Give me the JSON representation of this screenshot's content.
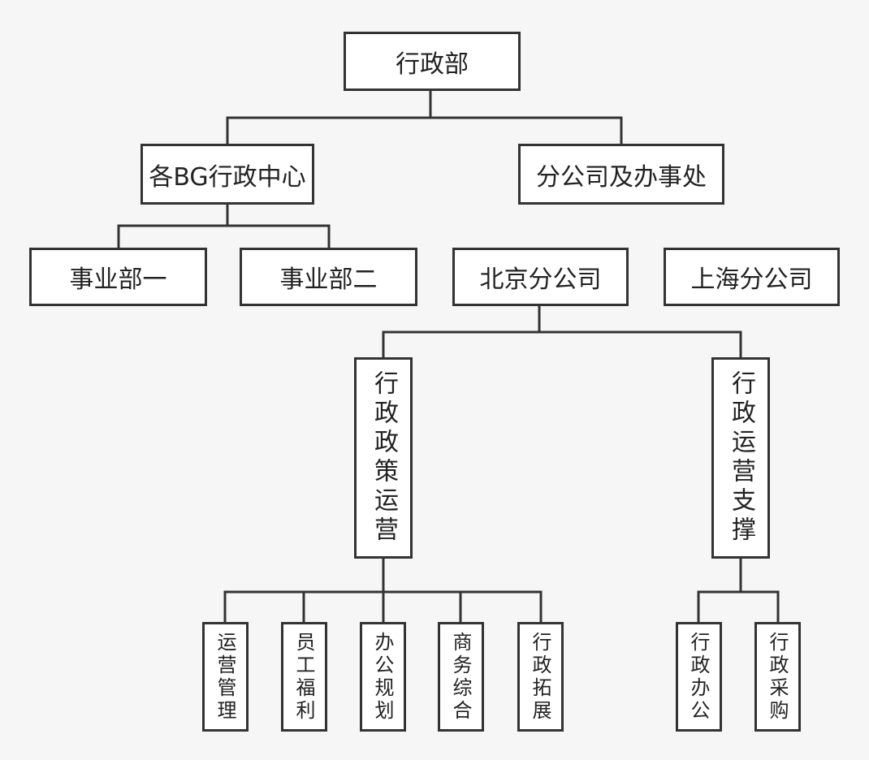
{
  "diagram": {
    "root": {
      "label": "行政部"
    },
    "level1": {
      "bg_center": {
        "label": "各BG行政中心"
      },
      "branches": {
        "label": "分公司及办事处"
      }
    },
    "level2": {
      "division_one": {
        "label": "事业部一"
      },
      "division_two": {
        "label": "事业部二"
      },
      "beijing": {
        "label": "北京分公司"
      },
      "shanghai": {
        "label": "上海分公司"
      }
    },
    "level3": {
      "policy_ops": {
        "label": "行政政策运营"
      },
      "ops_support": {
        "label": "行政运营支撑"
      }
    },
    "level4": {
      "ops_management": {
        "label": "运营管理"
      },
      "employee_welfare": {
        "label": "员工福利"
      },
      "office_planning": {
        "label": "办公规划"
      },
      "business_general": {
        "label": "商务综合"
      },
      "admin_expansion": {
        "label": "行政拓展"
      },
      "admin_office": {
        "label": "行政办公"
      },
      "admin_procurement": {
        "label": "行政采购"
      }
    }
  }
}
